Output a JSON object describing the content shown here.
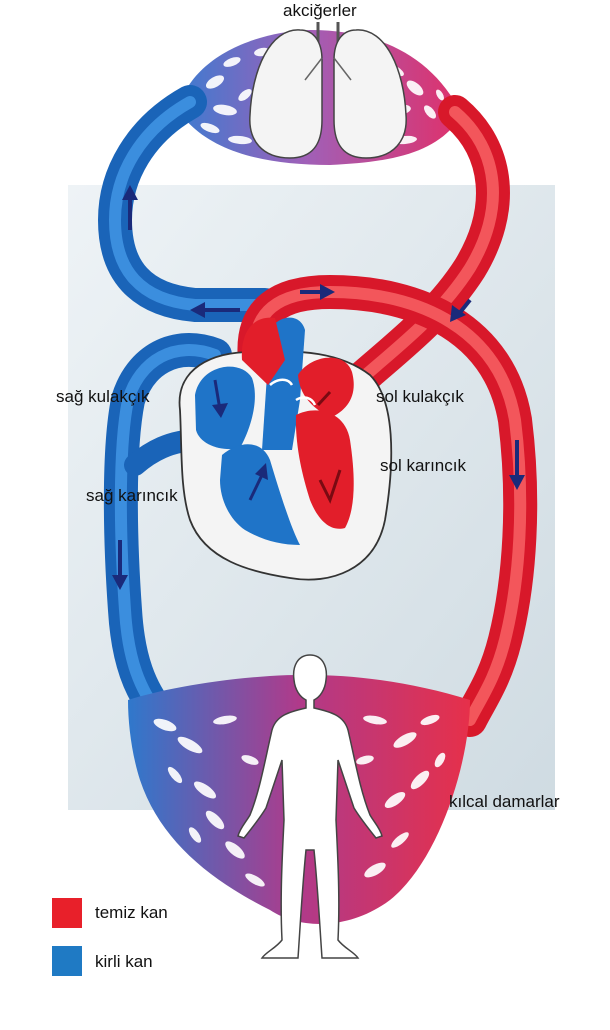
{
  "labels": {
    "lungs": "akciğerler",
    "right_atrium": "sağ kulakçık",
    "right_ventricle": "sağ karıncık",
    "left_atrium": "sol kulakçık",
    "left_ventricle": "sol karıncık",
    "capillaries": "kılcal damarlar"
  },
  "legend": {
    "items": [
      {
        "label": "temiz kan",
        "color": "#e8202a"
      },
      {
        "label": "kirli kan",
        "color": "#1f7ac4"
      }
    ]
  },
  "colors": {
    "oxygenated": "#e8202a",
    "deoxygenated": "#1f7ac4",
    "mixed_capillary": "#a04a9a",
    "panel": "#dfe7ec",
    "arrow": "#1a2a7a"
  }
}
